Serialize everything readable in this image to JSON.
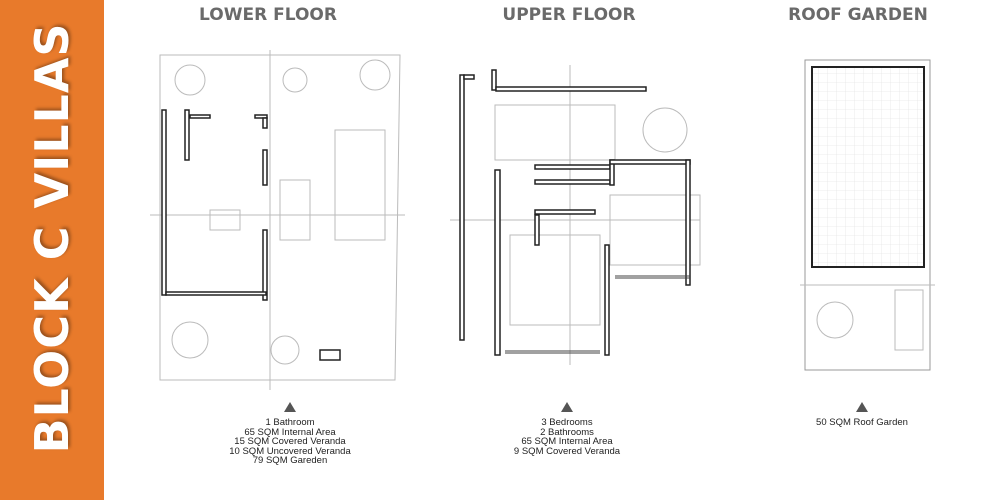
{
  "banner": {
    "title": "BLOCK C VILLAS",
    "color": "#e87a2b"
  },
  "plans": [
    {
      "title": "LOWER FLOOR",
      "specs": [
        "1 Bathroom",
        "65 SQM Internal Area",
        "15 SQM Covered Veranda",
        "10 SQM Uncovered Veranda",
        "79 SQM Gareden"
      ]
    },
    {
      "title": "UPPER FLOOR",
      "specs": [
        "3 Bedrooms",
        "2 Bathrooms",
        "65 SQM Internal Area",
        "9 SQM Covered Veranda"
      ]
    },
    {
      "title": "ROOF GARDEN",
      "specs": [
        "50 SQM Roof Garden"
      ]
    }
  ]
}
